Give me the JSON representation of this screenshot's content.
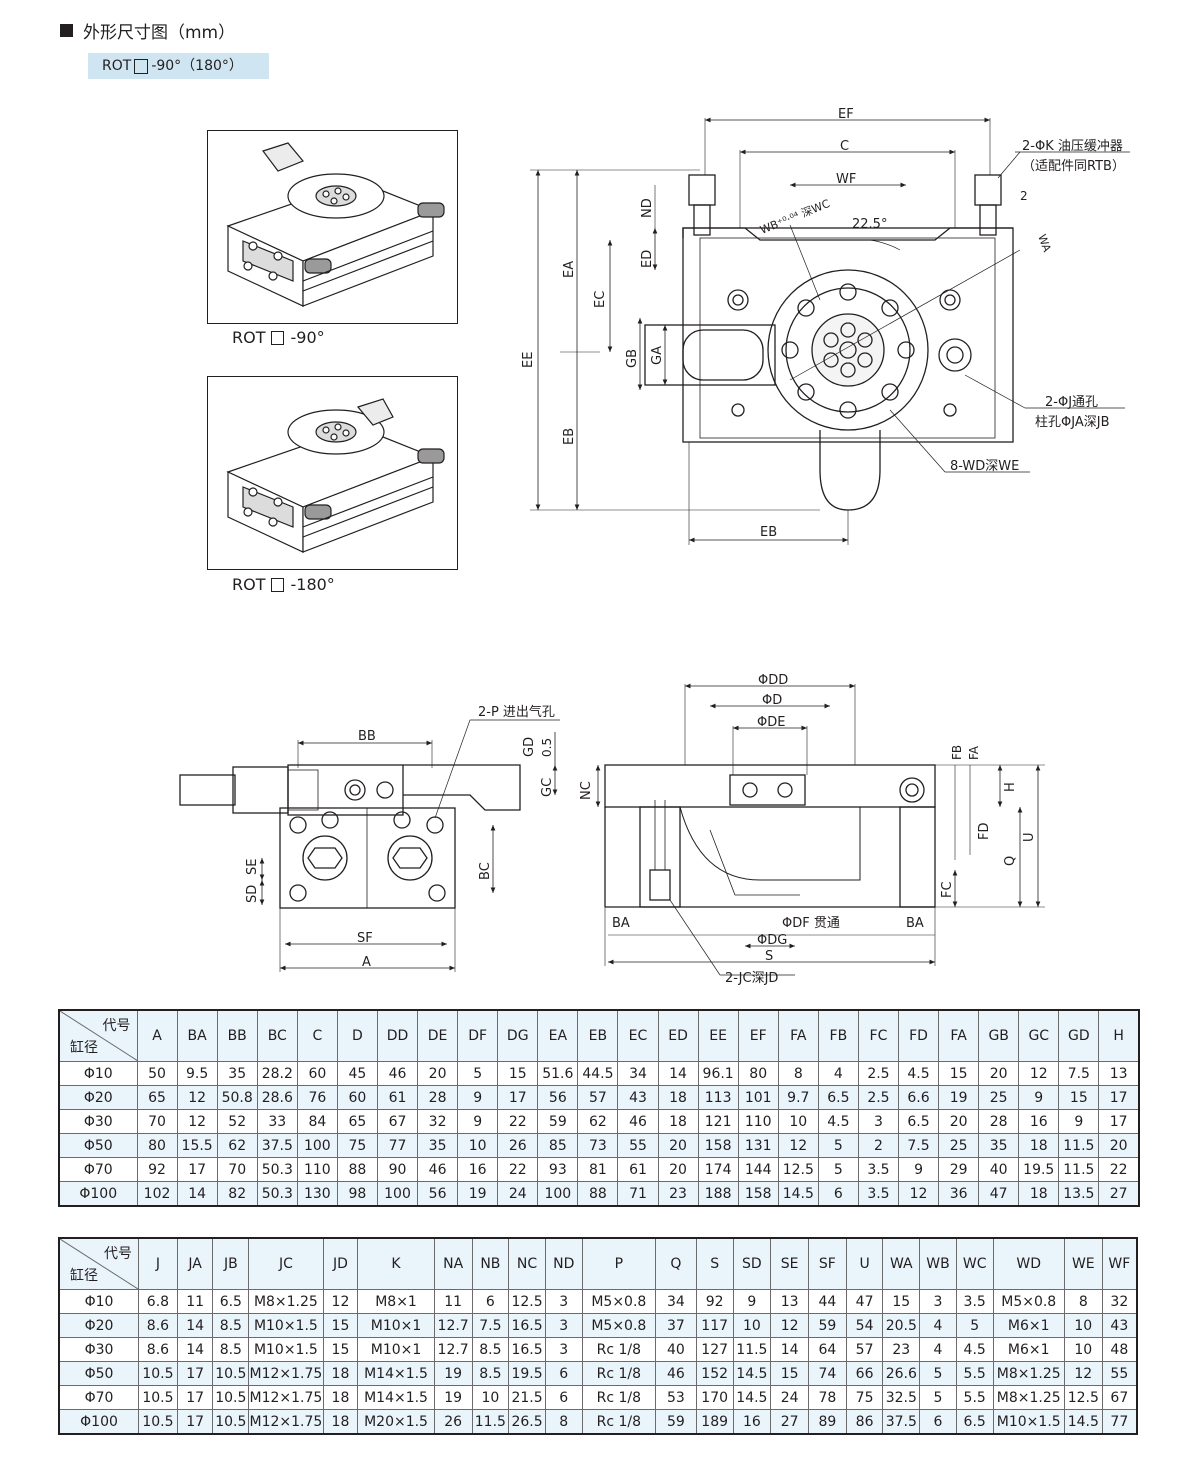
{
  "header": {
    "title": "外形尺寸图（mm）",
    "variant_prefix": "ROT",
    "variant_suffix": "-90°（180°）"
  },
  "photos": [
    {
      "caption_prefix": "ROT",
      "caption_suffix": "-90°"
    },
    {
      "caption_prefix": "ROT",
      "caption_suffix": "-180°"
    }
  ],
  "top_view_labels": {
    "EF": "EF",
    "C": "C",
    "WF": "WF",
    "ND": "ND",
    "ED": "ED",
    "EA": "EA",
    "EC": "EC",
    "EE": "EE",
    "GB": "GB",
    "GA": "GA",
    "EB_left": "EB",
    "EB_bottom": "EB",
    "WB_WC": "WB⁺⁰·⁰⁴ 深WC",
    "angle": "22.5°",
    "two": "2",
    "WA": "WA",
    "note_k_1": "2-ΦK 油压缓冲器",
    "note_k_2": "（适配件同RTB）",
    "note_j_1": "2-ΦJ通孔",
    "note_j_2": "柱孔ΦJA深JB",
    "note_wd": "8-WD深WE"
  },
  "side_view_labels": {
    "BB": "BB",
    "P": "2-P 进出气孔",
    "GD": "GD",
    "v05": "0.5",
    "GC": "GC",
    "SE": "SE",
    "SD": "SD",
    "BC": "BC",
    "SF": "SF",
    "A": "A"
  },
  "front_view_labels": {
    "DD": "ΦDD",
    "D": "ΦD",
    "DE": "ΦDE",
    "FB": "FB",
    "FA": "FA",
    "NC": "NC",
    "H": "H",
    "FD": "FD",
    "U": "U",
    "Q": "Q",
    "FC": "FC",
    "BA_l": "BA",
    "BA_r": "BA",
    "DF": "ΦDF 贯通",
    "DG": "ΦDG",
    "S": "S",
    "JC": "2-JC深JD"
  },
  "table1": {
    "corner_code": "代号",
    "corner_bore": "缸径",
    "columns": [
      "A",
      "BA",
      "BB",
      "BC",
      "C",
      "D",
      "DD",
      "DE",
      "DF",
      "DG",
      "EA",
      "EB",
      "EC",
      "ED",
      "EE",
      "EF",
      "FA",
      "FB",
      "FC",
      "FD",
      "FA",
      "GB",
      "GC",
      "GD",
      "H"
    ],
    "rows": [
      {
        "bore": "Φ10",
        "values": [
          "50",
          "9.5",
          "35",
          "28.2",
          "60",
          "45",
          "46",
          "20",
          "5",
          "15",
          "51.6",
          "44.5",
          "34",
          "14",
          "96.1",
          "80",
          "8",
          "4",
          "2.5",
          "4.5",
          "15",
          "20",
          "12",
          "7.5",
          "13"
        ]
      },
      {
        "bore": "Φ20",
        "values": [
          "65",
          "12",
          "50.8",
          "28.6",
          "76",
          "60",
          "61",
          "28",
          "9",
          "17",
          "56",
          "57",
          "43",
          "18",
          "113",
          "101",
          "9.7",
          "6.5",
          "2.5",
          "6.6",
          "19",
          "25",
          "9",
          "15",
          "17"
        ]
      },
      {
        "bore": "Φ30",
        "values": [
          "70",
          "12",
          "52",
          "33",
          "84",
          "65",
          "67",
          "32",
          "9",
          "22",
          "59",
          "62",
          "46",
          "18",
          "121",
          "110",
          "10",
          "4.5",
          "3",
          "6.5",
          "20",
          "28",
          "16",
          "9",
          "17"
        ]
      },
      {
        "bore": "Φ50",
        "values": [
          "80",
          "15.5",
          "62",
          "37.5",
          "100",
          "75",
          "77",
          "35",
          "10",
          "26",
          "85",
          "73",
          "55",
          "20",
          "158",
          "131",
          "12",
          "5",
          "2",
          "7.5",
          "25",
          "35",
          "18",
          "11.5",
          "20"
        ]
      },
      {
        "bore": "Φ70",
        "values": [
          "92",
          "17",
          "70",
          "50.3",
          "110",
          "88",
          "90",
          "46",
          "16",
          "22",
          "93",
          "81",
          "61",
          "20",
          "174",
          "144",
          "12.5",
          "5",
          "3.5",
          "9",
          "29",
          "40",
          "19.5",
          "11.5",
          "22"
        ]
      },
      {
        "bore": "Φ100",
        "values": [
          "102",
          "14",
          "82",
          "50.3",
          "130",
          "98",
          "100",
          "56",
          "19",
          "24",
          "100",
          "88",
          "71",
          "23",
          "188",
          "158",
          "14.5",
          "6",
          "3.5",
          "12",
          "36",
          "47",
          "18",
          "13.5",
          "27"
        ]
      }
    ]
  },
  "table2": {
    "corner_code": "代号",
    "corner_bore": "缸径",
    "columns": [
      "J",
      "JA",
      "JB",
      "JC",
      "JD",
      "K",
      "NA",
      "NB",
      "NC",
      "ND",
      "P",
      "Q",
      "S",
      "SD",
      "SE",
      "SF",
      "U",
      "WA",
      "WB",
      "WC",
      "WD",
      "WE",
      "WF"
    ],
    "rows": [
      {
        "bore": "Φ10",
        "values": [
          "6.8",
          "11",
          "6.5",
          "M8×1.25",
          "12",
          "M8×1",
          "11",
          "6",
          "12.5",
          "3",
          "M5×0.8",
          "34",
          "92",
          "9",
          "13",
          "44",
          "47",
          "15",
          "3",
          "3.5",
          "M5×0.8",
          "8",
          "32"
        ]
      },
      {
        "bore": "Φ20",
        "values": [
          "8.6",
          "14",
          "8.5",
          "M10×1.5",
          "15",
          "M10×1",
          "12.7",
          "7.5",
          "16.5",
          "3",
          "M5×0.8",
          "37",
          "117",
          "10",
          "12",
          "59",
          "54",
          "20.5",
          "4",
          "5",
          "M6×1",
          "10",
          "43"
        ]
      },
      {
        "bore": "Φ30",
        "values": [
          "8.6",
          "14",
          "8.5",
          "M10×1.5",
          "15",
          "M10×1",
          "12.7",
          "8.5",
          "16.5",
          "3",
          "Rc 1/8",
          "40",
          "127",
          "11.5",
          "14",
          "64",
          "57",
          "23",
          "4",
          "4.5",
          "M6×1",
          "10",
          "48"
        ]
      },
      {
        "bore": "Φ50",
        "values": [
          "10.5",
          "17",
          "10.5",
          "M12×1.75",
          "18",
          "M14×1.5",
          "19",
          "8.5",
          "19.5",
          "6",
          "Rc 1/8",
          "46",
          "152",
          "14.5",
          "15",
          "74",
          "66",
          "26.6",
          "5",
          "5.5",
          "M8×1.25",
          "12",
          "55"
        ]
      },
      {
        "bore": "Φ70",
        "values": [
          "10.5",
          "17",
          "10.5",
          "M12×1.75",
          "18",
          "M14×1.5",
          "19",
          "10",
          "21.5",
          "6",
          "Rc 1/8",
          "53",
          "170",
          "14.5",
          "24",
          "78",
          "75",
          "32.5",
          "5",
          "5.5",
          "M8×1.25",
          "12.5",
          "67"
        ]
      },
      {
        "bore": "Φ100",
        "values": [
          "10.5",
          "17",
          "10.5",
          "M12×1.75",
          "18",
          "M20×1.5",
          "26",
          "11.5",
          "26.5",
          "8",
          "Rc 1/8",
          "59",
          "189",
          "16",
          "27",
          "89",
          "86",
          "37.5",
          "6",
          "6.5",
          "M10×1.5",
          "14.5",
          "77"
        ]
      }
    ]
  },
  "colors": {
    "highlight": "#cfe6f2",
    "row_alt": "#e9f4fb",
    "ink": "#231f20"
  }
}
